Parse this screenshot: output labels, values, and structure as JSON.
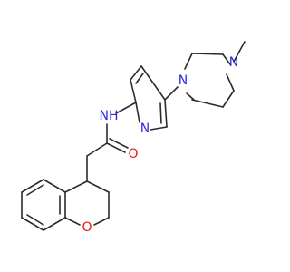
{
  "molecule": {
    "colors": {
      "bond": "#2b2b2b",
      "N": "#2a2ae0",
      "O": "#e01818",
      "background": "#ffffff"
    },
    "atoms": {
      "N_pip_methyl": "N",
      "N_pip_aryl": "N",
      "N_pyridine": "N",
      "N_amide": "NH",
      "O_carbonyl": "O",
      "O_chroman": "O"
    }
  }
}
